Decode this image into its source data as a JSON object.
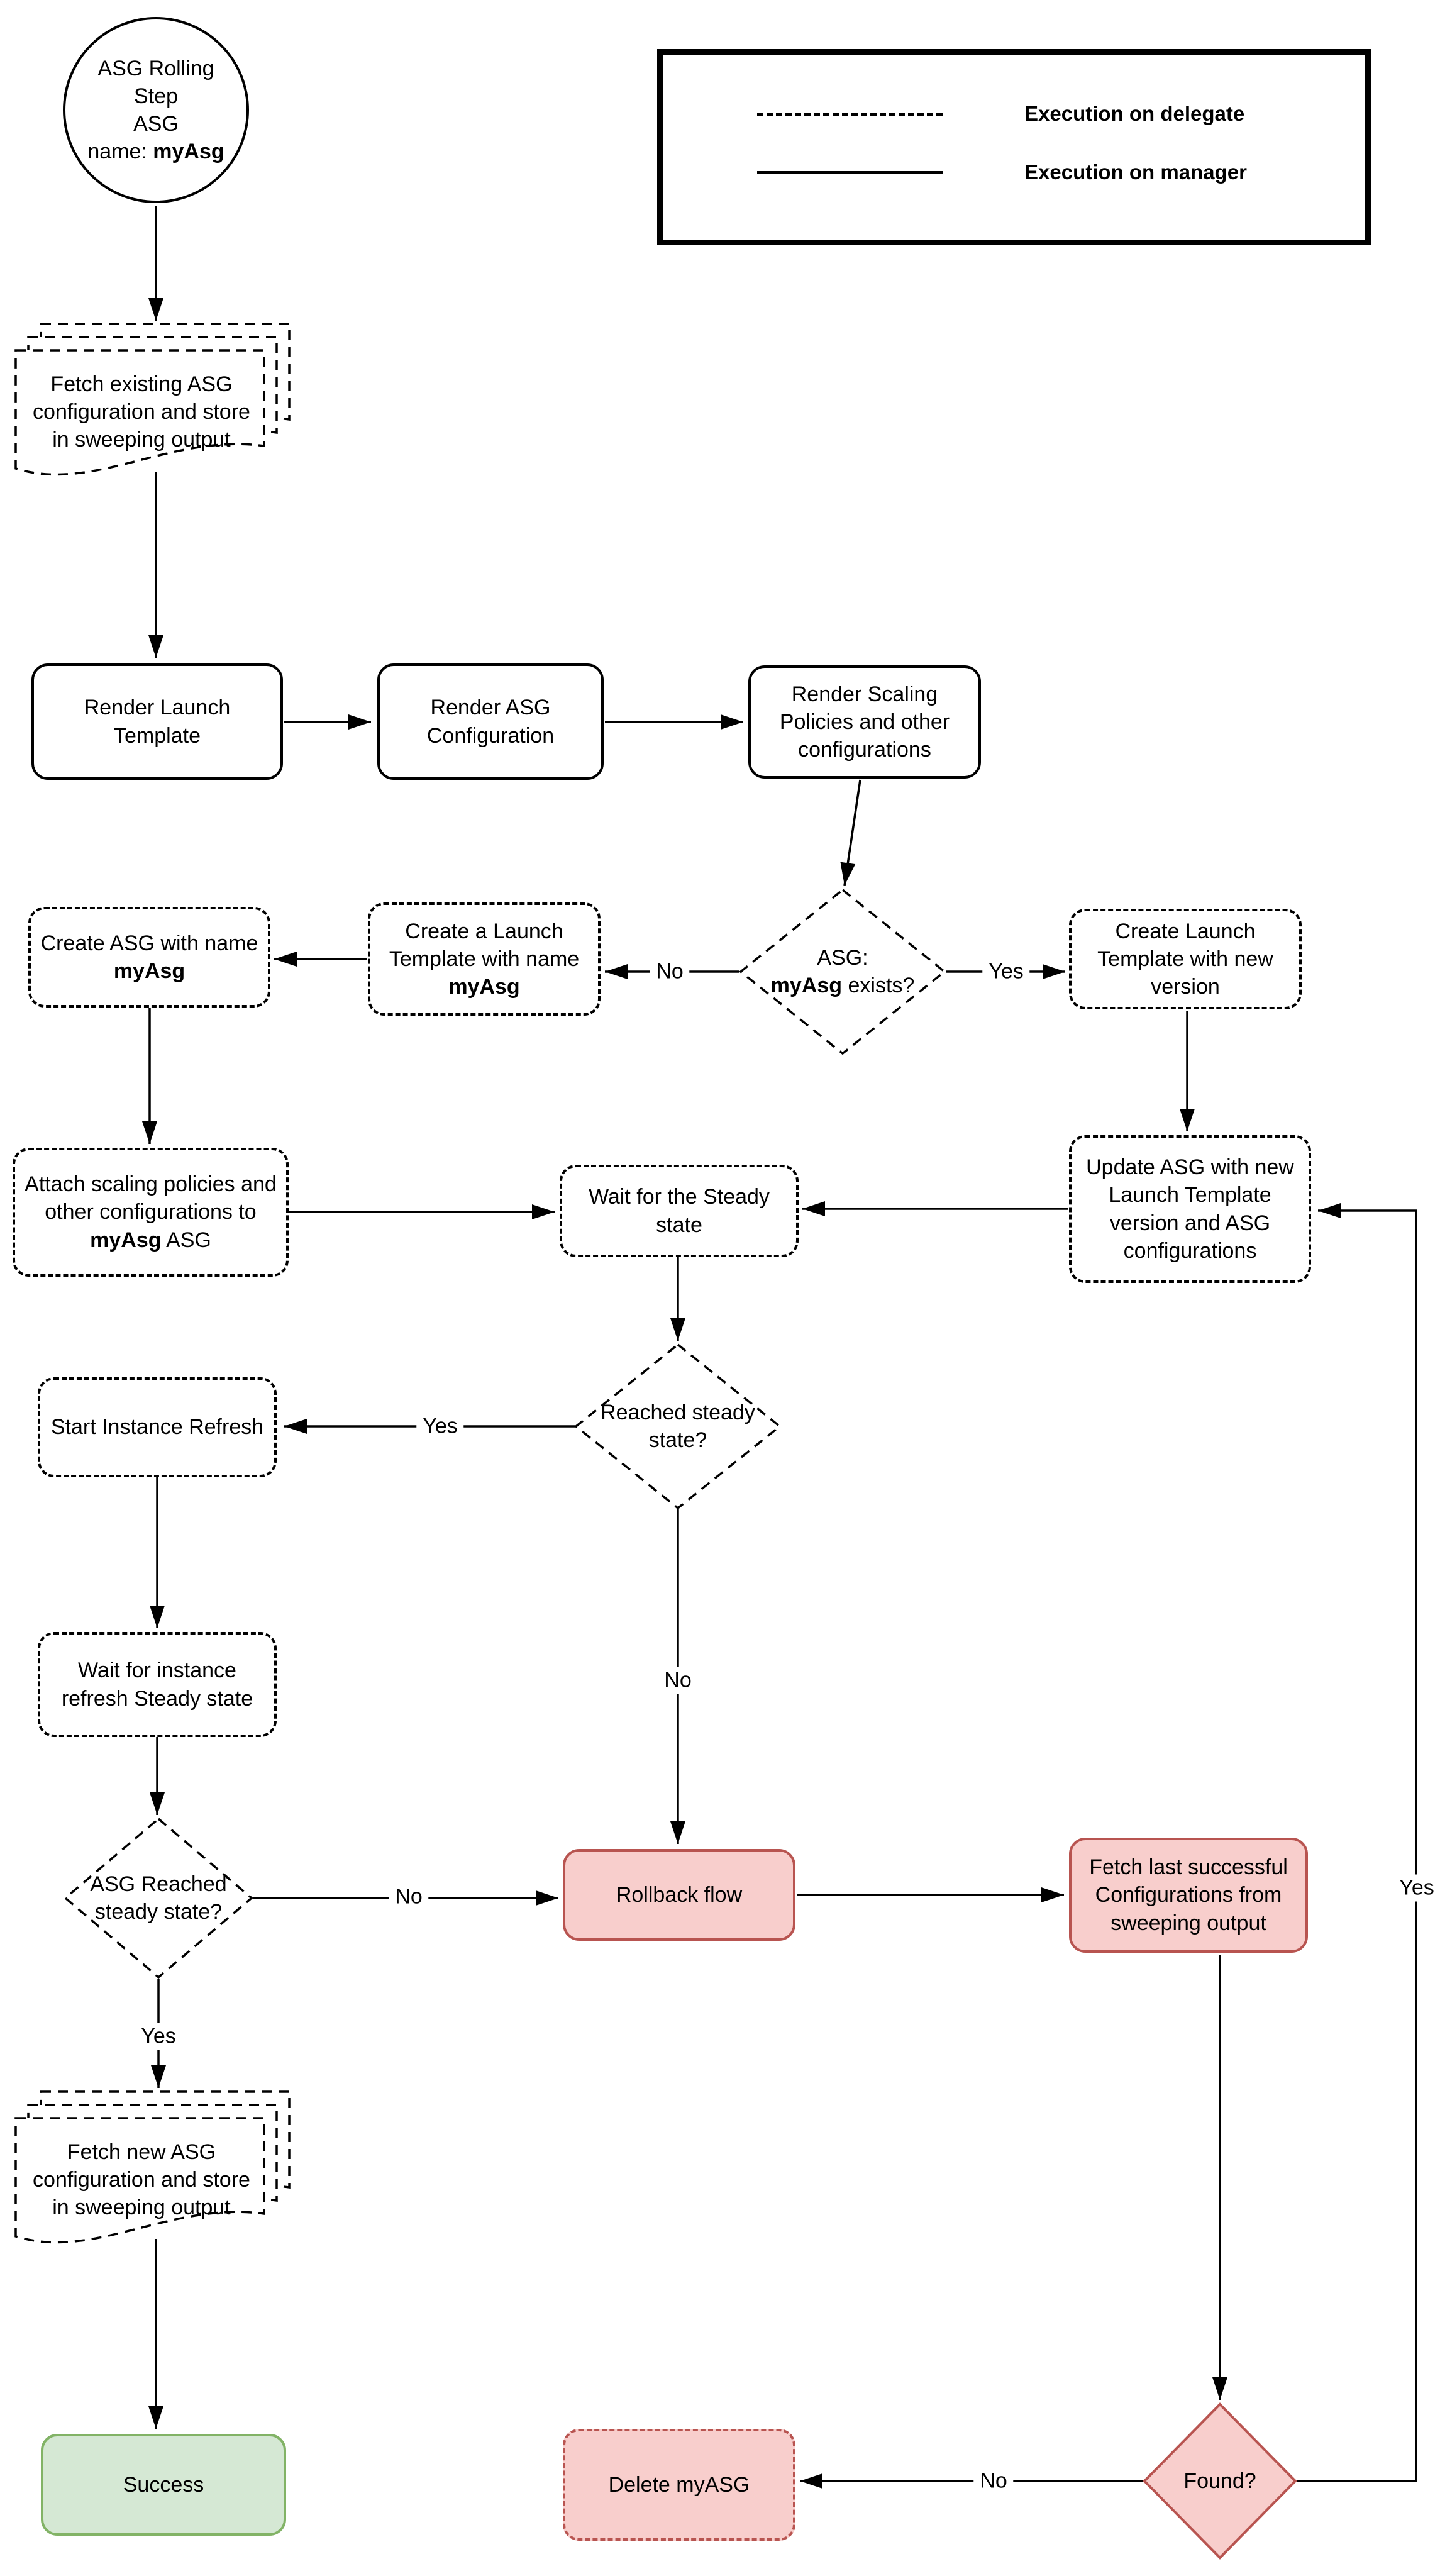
{
  "start": {
    "line1": "ASG Rolling Step",
    "line2": "ASG",
    "name_label": "name: ",
    "name_value": "myAsg"
  },
  "legend": {
    "delegate": "Execution on delegate",
    "manager": "Execution on manager"
  },
  "nodes": {
    "fetch_existing": {
      "text": "Fetch existing ASG configuration and store in sweeping output"
    },
    "render_launch_template": {
      "text": "Render Launch Template"
    },
    "render_asg_configuration": {
      "text": "Render ASG Configuration"
    },
    "render_scaling_policies": {
      "text": "Render Scaling Policies and other configurations"
    },
    "asg_exists": {
      "line1": "ASG:",
      "bold": "myAsg",
      "post": " exists?"
    },
    "create_launch_template_named": {
      "pre": "Create a Launch Template with name ",
      "bold": "myAsg"
    },
    "create_asg": {
      "pre": "Create ASG with name ",
      "bold": "myAsg"
    },
    "create_launch_template_new": {
      "text": "Create Launch Template with new version"
    },
    "attach_scaling": {
      "pre": "Attach scaling policies and other configurations to ",
      "bold": "myAsg",
      "post": " ASG"
    },
    "wait_steady": {
      "text": "Wait for the Steady state"
    },
    "update_asg": {
      "text": "Update ASG with new Launch Template version and ASG configurations"
    },
    "reached_steady": {
      "text": "Reached steady state?"
    },
    "start_instance_refresh": {
      "text": "Start Instance Refresh"
    },
    "wait_instance_refresh": {
      "text": "Wait for instance refresh Steady state"
    },
    "asg_reached_steady": {
      "text": "ASG Reached steady state?"
    },
    "rollback": {
      "text": "Rollback flow"
    },
    "fetch_last": {
      "text": "Fetch last successful Configurations from sweeping output"
    },
    "fetch_new": {
      "text": "Fetch new ASG configuration and store in sweeping output"
    },
    "success": {
      "text": "Success"
    },
    "delete_asg": {
      "text": "Delete myASG"
    },
    "found": {
      "text": "Found?"
    }
  },
  "labels": {
    "yes": "Yes",
    "no": "No"
  },
  "colors": {
    "pink_fill": "#f8cecc",
    "pink_stroke": "#b85450",
    "green_fill": "#d5e8d4",
    "green_stroke": "#82b366",
    "line": "#000000",
    "background": "#ffffff"
  }
}
